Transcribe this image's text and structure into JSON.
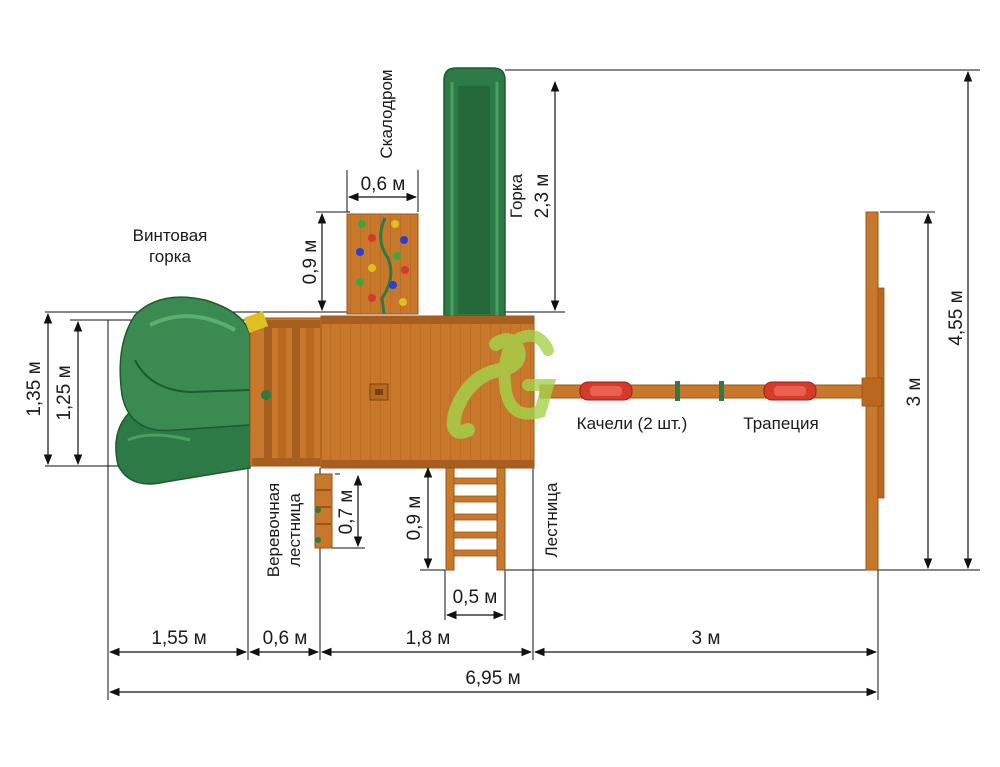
{
  "colors": {
    "wood": "#c8782a",
    "wood_dark": "#9a5418",
    "slide_green": "#2e7a46",
    "slide_dark": "#1d5a30",
    "swing_red": "#d63a2a",
    "watermark": "#a4d44a",
    "line": "#111111"
  },
  "labels": {
    "spiral_slide": [
      "Винтовая",
      "горка"
    ],
    "climbing_wall": "Скалодром",
    "slide": "Горка",
    "rope_ladder": [
      "Веревочная",
      "лестница"
    ],
    "ladder": "Лестница",
    "swings": "Качели (2 шт.)",
    "trapeze": "Трапеция"
  },
  "dimensions": {
    "climb_width": "0,6 м",
    "climb_height": "0,9 м",
    "slide_length": "2,3 м",
    "total_depth": "4,55 м",
    "swing_beam_span": "3 м",
    "deck_135": "1,35 м",
    "deck_125": "1,25 м",
    "rope_ladder_len": "0,7 м",
    "ladder_len": "0,9 м",
    "ladder_width": "0,5 м",
    "w_spiral": "1,55 м",
    "w_rope": "0,6 м",
    "w_deck": "1,8 м",
    "w_swing": "3 м",
    "w_total": "6,95 м"
  }
}
